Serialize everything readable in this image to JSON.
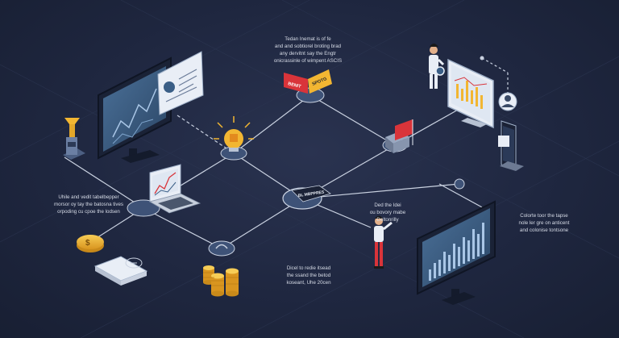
{
  "captions": {
    "top": "Tedan Inemat is of fe\nand and sobtiorel broting brad\nany dervitnt say the Engtr\nonicrassinle of wimpent ASCIS",
    "left": "Uhile and vedit tabelbepper\nmorsor oy tay the batosna tives\norpoding cu cpoe the lodsen",
    "center": "Ded the Idei\nou bovory mabe\nDeltonrilly",
    "right": "Colorte toor the tapse\nnole ler gre on anticent\nand colonise tontsone",
    "bottom": "Dicel to redie itsead\nthe ssand the betod\nkoseant, Uhe 20cen"
  },
  "labels": {
    "tag_left": "BENIT",
    "tag_right": "SPOTG",
    "hub_card": "BL MBPPRES"
  },
  "colors": {
    "background": "#1f2740",
    "node": "#3e5277",
    "line": "#c9d1e0",
    "accent_red": "#d9343a",
    "accent_gold": "#f2b632",
    "screen_blue": "#3a5e86"
  }
}
